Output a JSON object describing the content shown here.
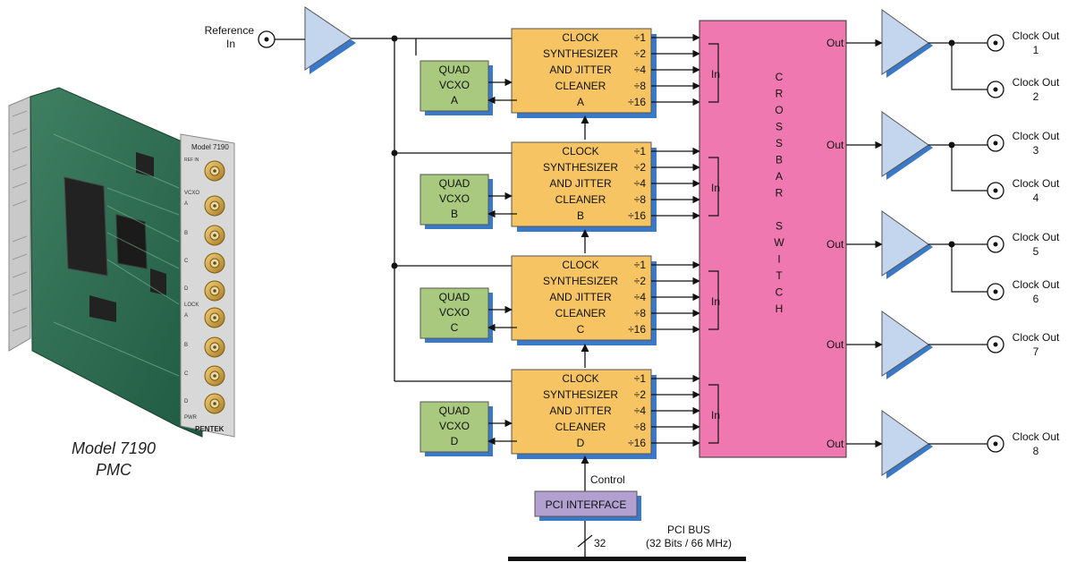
{
  "caption": {
    "line1": "Model 7190",
    "line2": "PMC"
  },
  "reference_in": {
    "line1": "Reference",
    "line2": "In"
  },
  "synth_blocks": [
    {
      "lines": [
        "CLOCK",
        "SYNTHESIZER",
        "AND JITTER",
        "CLEANER",
        "A"
      ]
    },
    {
      "lines": [
        "CLOCK",
        "SYNTHESIZER",
        "AND JITTER",
        "CLEANER",
        "B"
      ]
    },
    {
      "lines": [
        "CLOCK",
        "SYNTHESIZER",
        "AND JITTER",
        "CLEANER",
        "C"
      ]
    },
    {
      "lines": [
        "CLOCK",
        "SYNTHESIZER",
        "AND JITTER",
        "CLEANER",
        "D"
      ]
    }
  ],
  "dividers": [
    "÷1",
    "÷2",
    "÷4",
    "÷8",
    "÷16"
  ],
  "vcxo_blocks": [
    {
      "lines": [
        "QUAD",
        "VCXO",
        "A"
      ]
    },
    {
      "lines": [
        "QUAD",
        "VCXO",
        "B"
      ]
    },
    {
      "lines": [
        "QUAD",
        "VCXO",
        "C"
      ]
    },
    {
      "lines": [
        "QUAD",
        "VCXO",
        "D"
      ]
    }
  ],
  "crossbar": {
    "title_letters": [
      "C",
      "R",
      "O",
      "S",
      "S",
      "B",
      "A",
      "R",
      "",
      "S",
      "W",
      "I",
      "T",
      "C",
      "H"
    ],
    "in_label": "In",
    "out_label": "Out"
  },
  "clock_outs": [
    {
      "line1": "Clock Out",
      "line2": "1"
    },
    {
      "line1": "Clock Out",
      "line2": "2"
    },
    {
      "line1": "Clock Out",
      "line2": "3"
    },
    {
      "line1": "Clock Out",
      "line2": "4"
    },
    {
      "line1": "Clock Out",
      "line2": "5"
    },
    {
      "line1": "Clock Out",
      "line2": "6"
    },
    {
      "line1": "Clock Out",
      "line2": "7"
    },
    {
      "line1": "Clock Out",
      "line2": "8"
    }
  ],
  "control_label": "Control",
  "pci_interface": "PCI INTERFACE",
  "bus_width": "32",
  "pci_bus": {
    "line1": "PCI BUS",
    "line2": "(32 Bits / 66 MHz)"
  },
  "board": {
    "model_text": "Model 7190",
    "brand": "PENTEK",
    "pwr": "PWR",
    "ref_in": "REF IN",
    "vcxo": "VCXO",
    "lock": "LOCK",
    "slot_letters": [
      "A",
      "B",
      "C",
      "D",
      "A",
      "B",
      "C",
      "D"
    ]
  },
  "colors": {
    "synth_fill": "#f6c462",
    "vcxo_fill": "#a9c97e",
    "crossbar_fill": "#ef78b0",
    "buffer_fill": "#c4d6ee",
    "shadow_blue": "#3a78c8",
    "pci_fill": "#b1a0d0"
  }
}
